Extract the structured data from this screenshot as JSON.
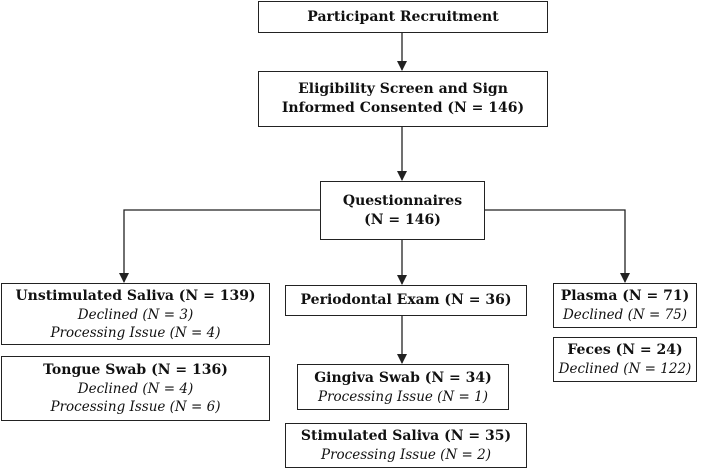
{
  "nodes": {
    "recruitment": {
      "title": "Participant Recruitment"
    },
    "eligibility": {
      "line1": "Eligibility Screen and Sign",
      "line2": "Informed Consented (N = 146)"
    },
    "questionnaires": {
      "line1": "Questionnaires",
      "line2": "(N = 146)"
    },
    "unstim_saliva": {
      "title": "Unstimulated Saliva (N = 139)",
      "note1": "Declined (N = 3)",
      "note2": "Processing Issue (N = 4)"
    },
    "tongue_swab": {
      "title": "Tongue Swab (N = 136)",
      "note1": "Declined (N = 4)",
      "note2": "Processing Issue (N = 6)"
    },
    "periodontal_exam": {
      "title": "Periodontal Exam (N = 36)"
    },
    "gingiva_swab": {
      "title": "Gingiva Swab (N = 34)",
      "note1": "Processing Issue (N = 1)"
    },
    "stim_saliva": {
      "title": "Stimulated Saliva (N = 35)",
      "note1": "Processing Issue (N = 2)"
    },
    "plasma": {
      "title": "Plasma (N = 71)",
      "note1": "Declined (N = 75)"
    },
    "feces": {
      "title": "Feces (N = 24)",
      "note1": "Declined (N = 122)"
    }
  }
}
